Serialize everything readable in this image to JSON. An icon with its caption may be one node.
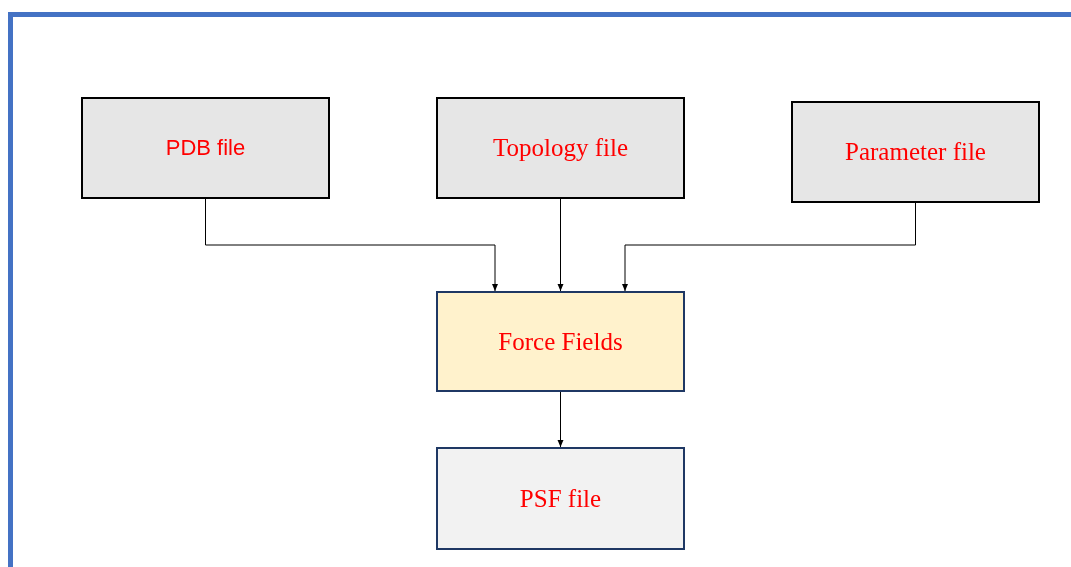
{
  "diagram": {
    "nodes": [
      {
        "text": [
          "PDB file"
        ]
      },
      {
        "text": [
          "Topology file"
        ]
      },
      {
        "text": [
          "Parameter file"
        ]
      },
      {
        "text": [
          "Force Fields"
        ]
      },
      {
        "text": [
          "PSF file"
        ]
      }
    ],
    "edges": [
      {
        "from": 0,
        "to": 3,
        "arrow": "to"
      },
      {
        "from": 1,
        "to": 3,
        "arrow": "to"
      },
      {
        "from": 2,
        "to": 3,
        "arrow": "to"
      },
      {
        "from": 3,
        "to": 4,
        "arrow": "to"
      }
    ]
  }
}
